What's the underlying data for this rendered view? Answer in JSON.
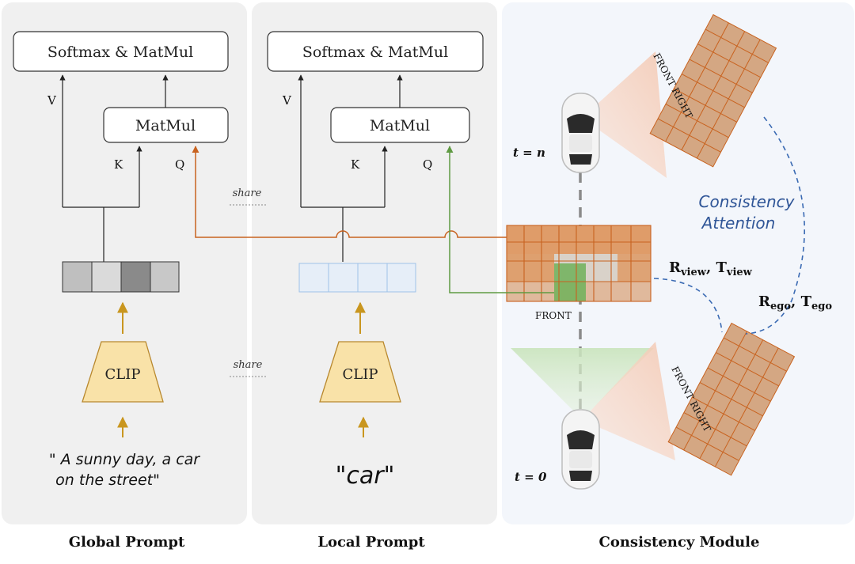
{
  "panels": {
    "global": {
      "title": "Global Prompt",
      "top_box": "Softmax & MatMul",
      "matmul_box": "MatMul",
      "v_label": "V",
      "k_label": "K",
      "q_label": "Q",
      "encoder": "CLIP",
      "prompt_line1": "\" A sunny day, a car",
      "prompt_line2": "on the street\""
    },
    "local": {
      "title": "Local Prompt",
      "top_box": "Softmax & MatMul",
      "matmul_box": "MatMul",
      "v_label": "V",
      "k_label": "K",
      "q_label": "Q",
      "encoder": "CLIP",
      "prompt": "\"car\""
    },
    "consistency": {
      "title": "Consistency Module",
      "t_n": "t = n",
      "t_0": "t = 0",
      "front_label": "FRONT",
      "front_right_top": "FRONT RIGHT",
      "front_right_bottom": "FRONT RIGHT",
      "attention_line1": "Consistency",
      "attention_line2": "Attention",
      "view_R": "R",
      "view_R_sub": "view",
      "view_sep": ", ",
      "view_T": "T",
      "view_T_sub": "view",
      "ego_R": "R",
      "ego_R_sub": "ego",
      "ego_sep": ", ",
      "ego_T": "T",
      "ego_T_sub": "ego"
    }
  },
  "share_label_top": "share",
  "share_label_bottom": "share",
  "colors": {
    "panel_gray": "#f0f0f0",
    "panel_blue": "#f3f6fb",
    "orange": "#c8621f",
    "green": "#5f9a42",
    "clip_fill": "#f9e2a8",
    "clip_stroke": "#b8882e",
    "up_arrow": "#c9961f",
    "blue_dash": "#3a6ab3"
  }
}
